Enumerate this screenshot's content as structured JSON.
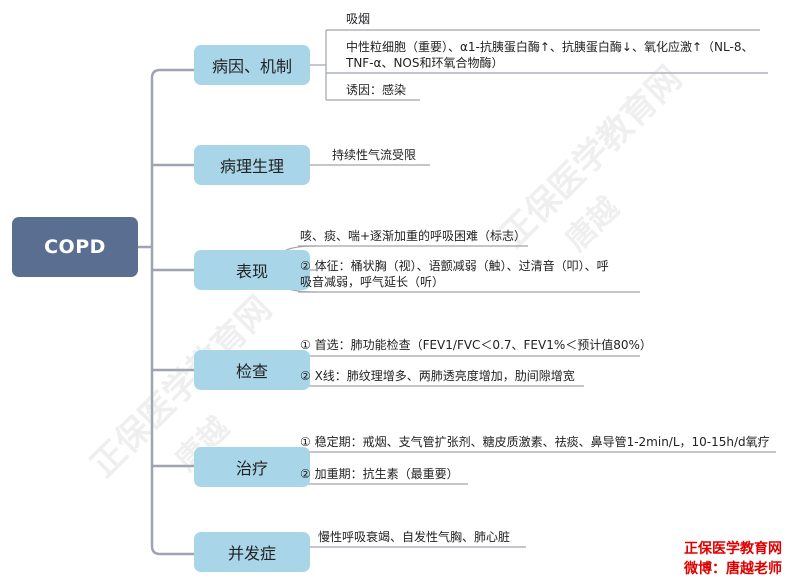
{
  "root": {
    "label": "COPD"
  },
  "branches": [
    {
      "label": "病因、机制",
      "items": [
        "吸烟",
        "中性粒细胞（重要）、α1-抗胰蛋白酶↑、抗胰蛋白酶↓、氧化应激↑（NL-8、",
        "TNF-α、NOS和环氧合物酶）",
        "诱因：感染"
      ]
    },
    {
      "label": "病理生理",
      "items": [
        "持续性气流受限"
      ]
    },
    {
      "label": "表现",
      "items": [
        "咳、痰、喘+逐渐加重的呼吸困难（标志）",
        "② 体征：桶状胸（视）、语颤减弱（触）、过清音（叩）、呼",
        "吸音减弱，呼气延长（听）"
      ]
    },
    {
      "label": "检查",
      "items": [
        "① 首选：肺功能检查（FEV1/FVC＜0.7、FEV1%＜预计值80%）",
        "② X线：肺纹理增多、两肺透亮度增加，肋间隙增宽"
      ]
    },
    {
      "label": "治疗",
      "items": [
        "① 稳定期：戒烟、支气管扩张剂、糖皮质激素、祛痰、鼻导管1-2min/L，10-15h/d氧疗",
        "② 加重期：抗生素（最重要）"
      ]
    },
    {
      "label": "并发症",
      "items": [
        "慢性呼吸衰竭、自发性气胸、肺心脏"
      ]
    }
  ],
  "watermarks": [
    "正保医学教育网",
    "唐越",
    "正保医学教育网",
    "唐越"
  ],
  "brand": {
    "line1": "正保医学教育网",
    "line2": "微博：唐越老师"
  },
  "colors": {
    "root_bg": "#5a6e92",
    "branch_bg": "#a8d6e8",
    "line": "#a0a4b0",
    "brand": "#e00000"
  }
}
